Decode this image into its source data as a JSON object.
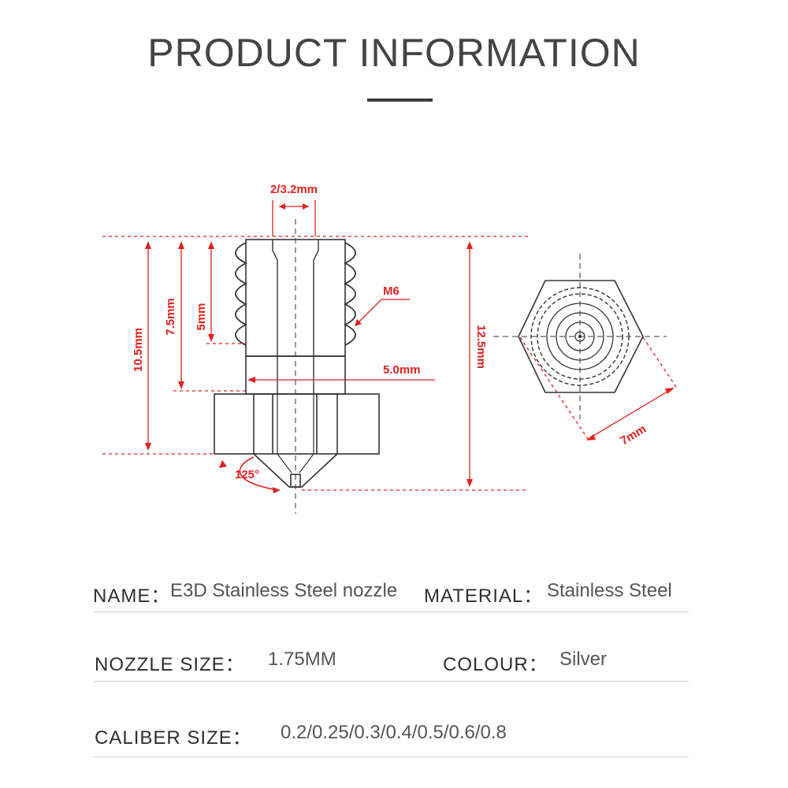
{
  "header": {
    "title": "PRODUCT INFORMATION"
  },
  "diagram": {
    "labels": {
      "bore": "2/3.2mm",
      "thread": "M6",
      "hex_across": "5.0mm",
      "total_length": "12.5mm",
      "length_to_hex": "10.5mm",
      "neck_length": "7.5mm",
      "thread_length": "5mm",
      "tip_angle": "125°",
      "hex_flat": "7mm"
    },
    "colors": {
      "dimension": "#e02020",
      "outline": "#333333"
    }
  },
  "specs": {
    "name_label": "NAME",
    "name_sep": "：",
    "name_value": "E3D Stainless Steel nozzle",
    "material_label": "MATERIAL",
    "material_sep": "：",
    "material_value": "Stainless Steel",
    "nozzle_label": "NOZZLE SIZE",
    "nozzle_sep": "：",
    "nozzle_value": "1.75MM",
    "colour_label": "COLOUR",
    "colour_sep": "：",
    "colour_value": "Silver",
    "caliber_label": "CALIBER SIZE",
    "caliber_sep": "：",
    "caliber_value": "0.2/0.25/0.3/0.4/0.5/0.6/0.8"
  }
}
